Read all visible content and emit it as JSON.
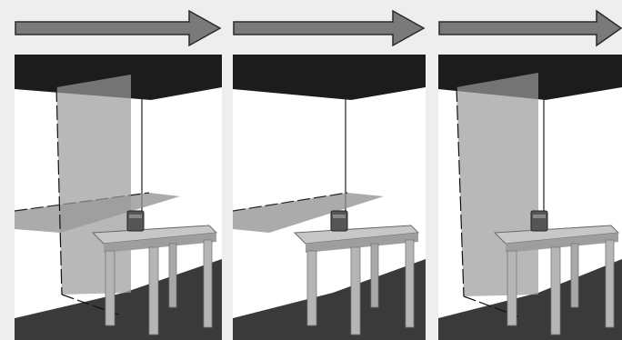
{
  "figure": {
    "colors": {
      "background": "#eeeeee",
      "arrow_fill": "#7a7a7a",
      "arrow_stroke": "#2b2b2b",
      "ceiling": "#1c1c1c",
      "wall": "#ffffff",
      "floor": "#3a3a3a",
      "table": "#bdbdbd",
      "plane": "#8a8a8a"
    },
    "arrows": [
      {
        "icon": "right-arrow-icon"
      },
      {
        "icon": "right-arrow-icon"
      },
      {
        "icon": "right-arrow-icon"
      }
    ],
    "panels": [
      {
        "view": "vertical-and-horizontal-plane",
        "vertical_plane": true,
        "horizontal_plane": true
      },
      {
        "view": "horizontal-plane-only",
        "vertical_plane": false,
        "horizontal_plane": true
      },
      {
        "view": "vertical-plane-only",
        "vertical_plane": true,
        "horizontal_plane": false
      }
    ]
  }
}
